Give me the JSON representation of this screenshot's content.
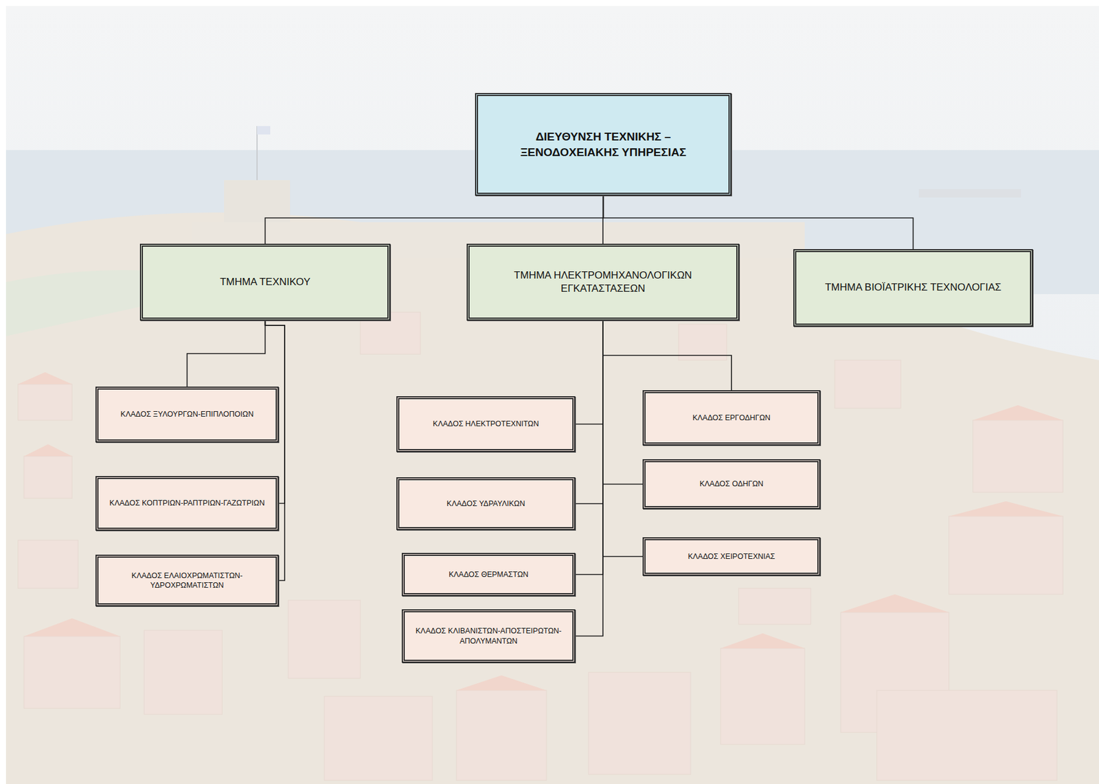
{
  "diagram": {
    "nodes": [
      {
        "text": [
          "ΔΙΕΥΘΥΝΣΗ ΤΕΧΝΙΚΗΣ – ΞΕΝΟΔΟΧΕΙΑΚΗΣ ΥΠΗΡΕΣΙΑΣ"
        ]
      },
      {
        "text": [
          "ΤΜΗΜΑ ΤΕΧΝΙΚΟΥ"
        ]
      },
      {
        "text": [
          "ΤΜΗΜΑ ΗΛΕΚΤΡΟΜΗΧΑΝΟΛΟΓΙΚΩΝ ΕΓΚΑΤΑΣΤΑΣΕΩΝ"
        ]
      },
      {
        "text": [
          "ΤΜΗΜΑ ΒΙΟΪΑΤΡΙΚΗΣ ΤΕΧΝΟΛΟΓΙΑΣ"
        ]
      },
      {
        "text": [
          "ΚΛΑΔΟΣ ΞΥΛΟΥΡΓΩΝ-ΕΠΙΠΛΟΠΟΙΩΝ"
        ]
      },
      {
        "text": [
          "ΚΛΑΔΟΣ ΚΟΠΤΡΙΩΝ-ΡΑΠΤΡΙΩΝ-ΓΑΖΩΤΡΙΩΝ"
        ]
      },
      {
        "text": [
          "ΚΛΑΔΟΣ ΕΛΑΙΟΧΡΩΜΑΤΙΣΤΩΝ- ΥΔΡΟΧΡΩΜΑΤΙΣΤΩΝ"
        ]
      },
      {
        "text": [
          "ΚΛΑΔΟΣ ΗΛΕΚΤΡΟΤΕΧΝΙΤΩΝ"
        ]
      },
      {
        "text": [
          "ΚΛΑΔΟΣ ΕΡΓΟΔΗΓΩΝ"
        ]
      },
      {
        "text": [
          "ΚΛΑΔΟΣ ΥΔΡΑΥΛΙΚΩΝ"
        ]
      },
      {
        "text": [
          "ΚΛΑΔΟΣ ΟΔΗΓΩΝ"
        ]
      },
      {
        "text": [
          "ΚΛΑΔΟΣ ΘΕΡΜΑΣΤΩΝ"
        ]
      },
      {
        "text": [
          "ΚΛΑΔΟΣ ΧΕΙΡΟΤΕΧΝΙΑΣ"
        ]
      },
      {
        "text": [
          "ΚΛΑΔΟΣ ΚΛΙΒΑΝΙΣΤΩΝ-ΑΠΟΣΤΕΙΡΩΤΩΝ- ΑΠΟΛΥΜΑΝΤΩΝ"
        ]
      }
    ],
    "edges": [
      {
        "from": 0,
        "to": 1,
        "arrow": "none"
      },
      {
        "from": 0,
        "to": 2,
        "arrow": "none"
      },
      {
        "from": 0,
        "to": 3,
        "arrow": "none"
      },
      {
        "from": 1,
        "to": 4,
        "arrow": "none"
      },
      {
        "from": 1,
        "to": 5,
        "arrow": "none"
      },
      {
        "from": 1,
        "to": 6,
        "arrow": "none"
      },
      {
        "from": 2,
        "to": 7,
        "arrow": "none"
      },
      {
        "from": 2,
        "to": 8,
        "arrow": "none"
      },
      {
        "from": 2,
        "to": 9,
        "arrow": "none"
      },
      {
        "from": 2,
        "to": 10,
        "arrow": "none"
      },
      {
        "from": 2,
        "to": 11,
        "arrow": "none"
      },
      {
        "from": 2,
        "to": 12,
        "arrow": "none"
      },
      {
        "from": 2,
        "to": 13,
        "arrow": "none"
      }
    ]
  }
}
